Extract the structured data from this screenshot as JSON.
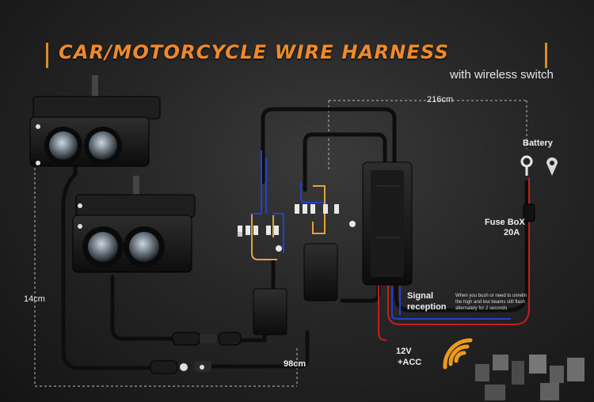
{
  "header": {
    "title": "CAR/MOTORCYCLE WIRE HARNESS",
    "subtitle": "with wireless switch"
  },
  "labels": {
    "length_top": "216cm",
    "length_left": "14cm",
    "length_bottom": "98cm",
    "battery": "Battery",
    "fuse_box": "Fuse BoX",
    "fuse_rating": "20A",
    "signal_line1": "Signal",
    "signal_line2": "reception",
    "power": "12V",
    "acc": "+ACC",
    "receiver_note": "When you bush or need to unrelin the high and low beams still flash alternately for 2 seconds"
  },
  "icons": [
    "headlight-module-icon",
    "relay-icon",
    "battery-terminal-icon",
    "fuse-box-icon",
    "wireless-signal-icon",
    "connector-icon"
  ],
  "colors": {
    "accent": "#ee8a2c",
    "wire_black": "#0d0d0d",
    "wire_red": "#c41e1e",
    "wire_blue": "#2440d0",
    "wire_orange": "#e5a040",
    "dashed": "#bcbcbc"
  }
}
